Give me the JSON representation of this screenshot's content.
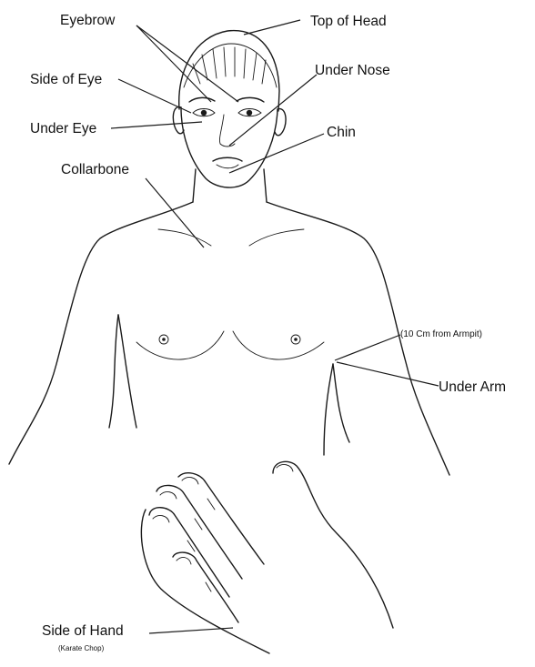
{
  "labels": {
    "eyebrow": "Eyebrow",
    "top_of_head": "Top of Head",
    "side_of_eye": "Side of Eye",
    "under_nose": "Under Nose",
    "under_eye": "Under Eye",
    "chin": "Chin",
    "collarbone": "Collarbone",
    "armpit_note": "(10 Cm from Armpit)",
    "under_arm": "Under Arm",
    "side_of_hand": "Side of Hand",
    "karate_chop": "(Karate Chop)"
  }
}
